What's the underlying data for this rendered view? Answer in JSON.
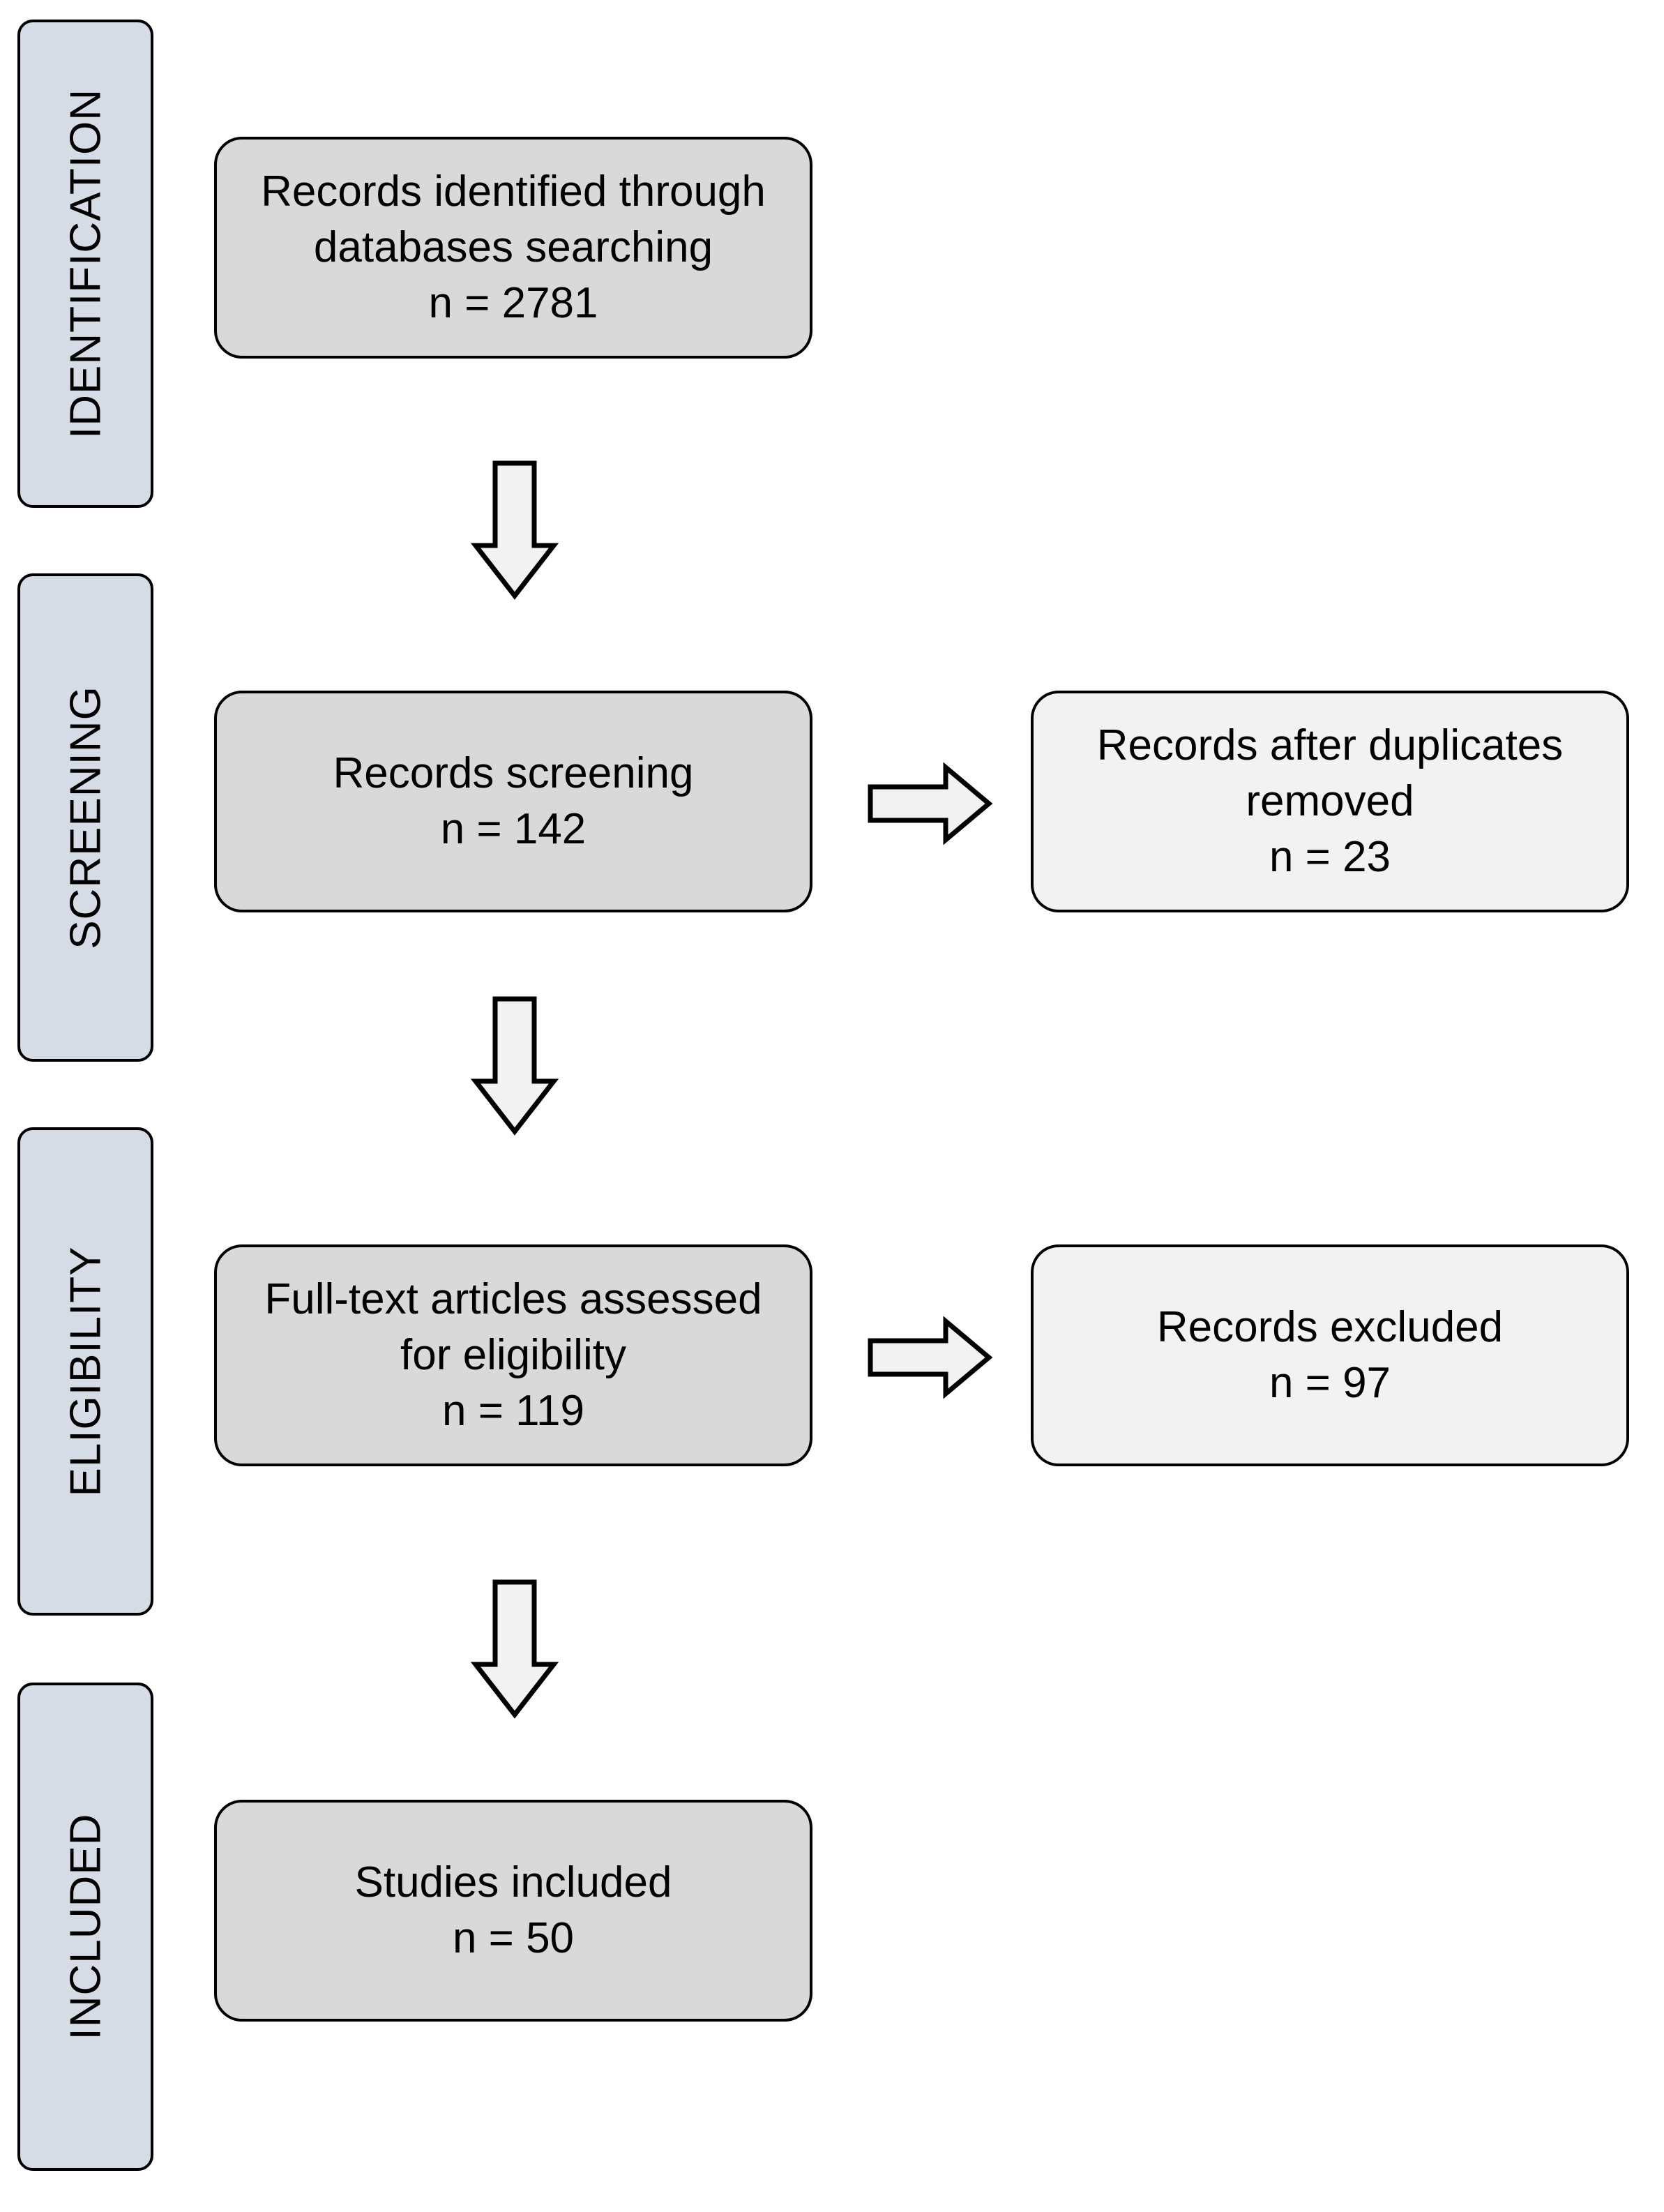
{
  "stages": [
    {
      "id": "identification",
      "label": "IDENTIFICATION"
    },
    {
      "id": "screening",
      "label": "SCREENING"
    },
    {
      "id": "eligibility",
      "label": "ELIGIBILITY"
    },
    {
      "id": "included",
      "label": "INCLUDED"
    }
  ],
  "boxes": {
    "identified": {
      "line1": "Records identified through",
      "line2": "databases searching",
      "count": "n = 2781"
    },
    "screening": {
      "line1": "Records screening",
      "count": "n = 142"
    },
    "duplicates": {
      "line1": "Records after duplicates",
      "line2": "removed",
      "count": "n = 23"
    },
    "fulltext": {
      "line1": "Full-text articles assessed",
      "line2": "for eligibility",
      "count": "n = 119"
    },
    "excluded": {
      "line1": "Records excluded",
      "count": "n = 97"
    },
    "included": {
      "line1": "Studies included",
      "count": "n = 50"
    }
  },
  "colors": {
    "stage_fill": "#d6dce5",
    "main_box_fill": "#d9d9d9",
    "side_box_fill": "#f2f2f2",
    "arrow_fill": "#f2f2f2",
    "stroke": "#000000"
  },
  "icons": [
    "down-arrow-icon",
    "right-arrow-icon"
  ]
}
